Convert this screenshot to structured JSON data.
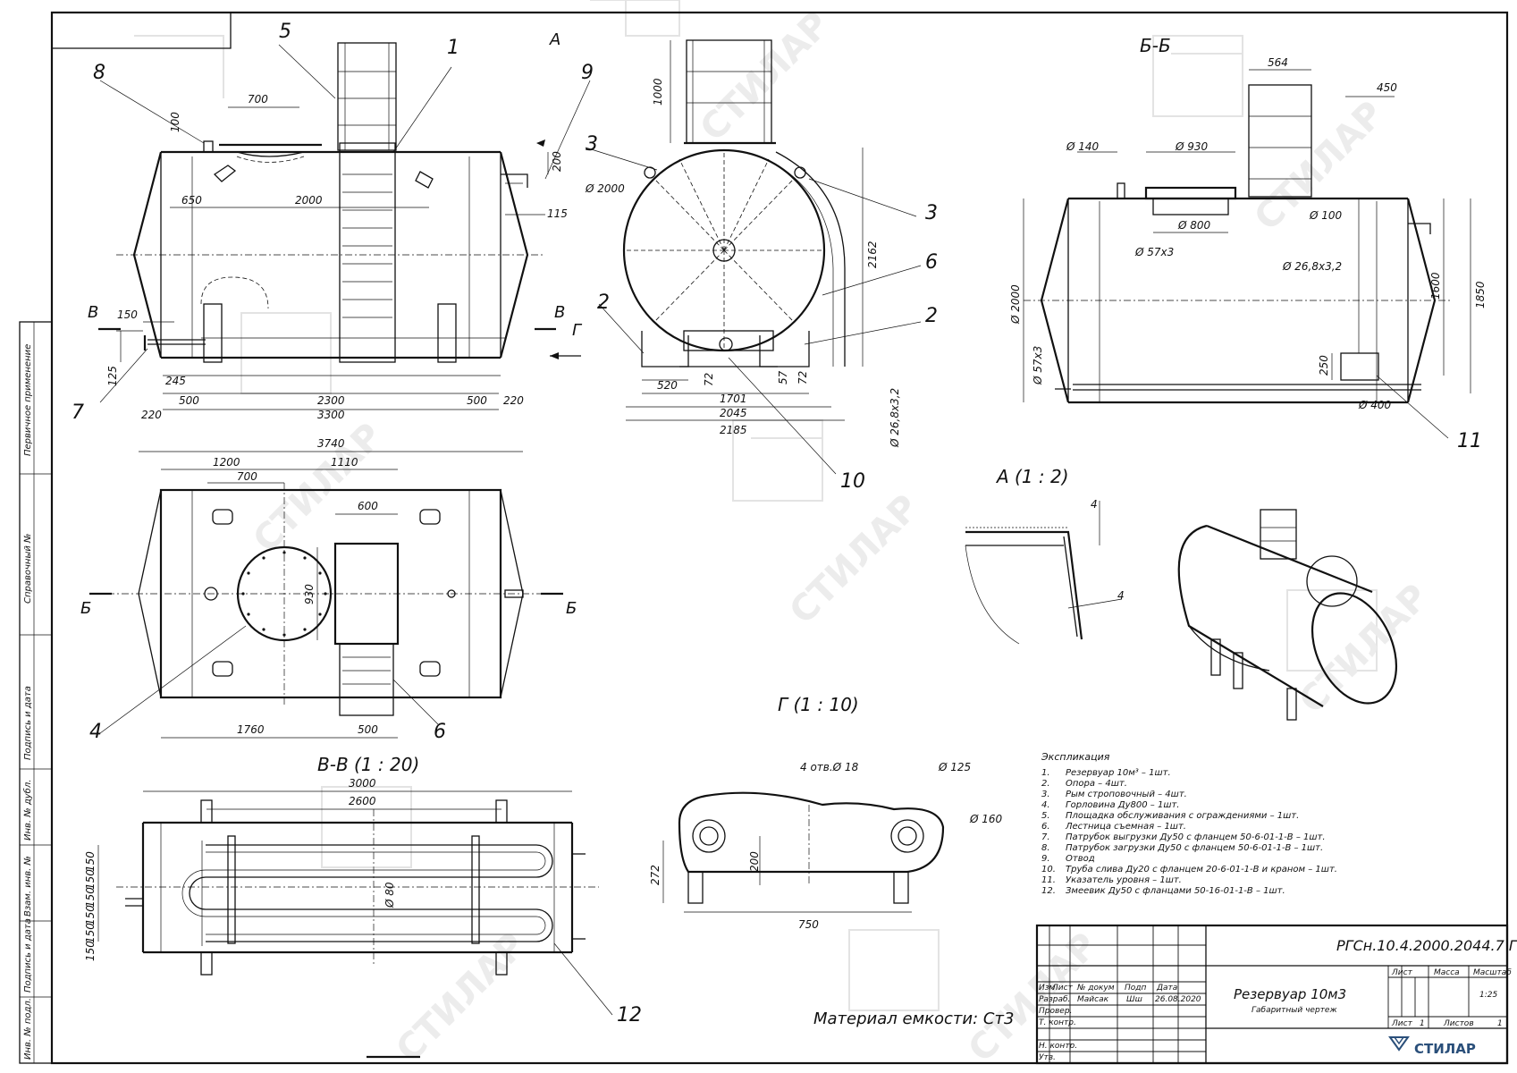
{
  "watermark": {
    "text": "СТИЛАР"
  },
  "side_strip": {
    "primary_use": "Первичное применение",
    "reference_no": "Справочный №",
    "sign_date_1": "Подпись и дата",
    "dup_inv": "Инв. № дубл.",
    "replaced_inv": "Взам. инв. №",
    "sign_date_2": "Подпись и дата",
    "orig_inv": "Инв. № подл."
  },
  "views": {
    "section_vv": "В-В (1 : 20)",
    "section_bb": "Б-Б",
    "detail_a": "А (1 : 2)",
    "view_g": "Г (1 : 10)",
    "cut_b": "Б",
    "cut_v": "В",
    "arrow_g": "Г",
    "arrow_a": "А"
  },
  "callouts": [
    "1",
    "2",
    "3",
    "4",
    "5",
    "6",
    "7",
    "8",
    "9",
    "10",
    "11",
    "12"
  ],
  "front_dims": {
    "d100": "100",
    "d700": "700",
    "d200": "200",
    "d650": "650",
    "d2000": "2000",
    "d115": "115",
    "d150": "150",
    "d125": "125",
    "d245": "245",
    "d500a": "500",
    "d2300": "2300",
    "d500b": "500",
    "d220a": "220",
    "d220b": "220",
    "d3300": "3300"
  },
  "end_dims": {
    "d1000": "1000",
    "phi2000": "Ø 2000",
    "d2162": "2162",
    "d520": "520",
    "d72a": "72",
    "d1701": "1701",
    "d57": "57",
    "d72b": "72",
    "d2045": "2045",
    "d2185": "2185",
    "pipe": "Ø 26,8х3,2"
  },
  "top_dims": {
    "d3740": "3740",
    "d1200": "1200",
    "d1110": "1110",
    "d700": "700",
    "d600": "600",
    "d930": "930",
    "d1760": "1760",
    "d500": "500"
  },
  "vv_dims": {
    "d3000": "3000",
    "d2600": "2600",
    "s150a": "150",
    "s150b": "150",
    "s150c": "150",
    "s150d": "150",
    "s150e": "150",
    "s150f": "150",
    "phi80": "Ø 80"
  },
  "bb_dims": {
    "d564": "564",
    "d450": "450",
    "phi140": "Ø 140",
    "phi930": "Ø 930",
    "phi800": "Ø 800",
    "phi100": "Ø 100",
    "phi57a": "Ø 57х3",
    "phi26": "Ø 26,8х3,2",
    "phi2000": "Ø 2000",
    "phi57b": "Ø 57х3",
    "d1600": "1600",
    "d1850": "1850",
    "d250": "250",
    "phi400": "Ø 400"
  },
  "detail_dims": {
    "t4a": "4",
    "t4b": "4"
  },
  "g_dims": {
    "holes": "4 отв.Ø 18",
    "phi125": "Ø 125",
    "phi160": "Ø 160",
    "d200": "200",
    "d272": "272",
    "d750": "750"
  },
  "material": "Материал емкости: Ст3",
  "explication": {
    "title": "Экспликация",
    "items": [
      "Резервуар 10м³ – 1шт.",
      "Опора – 4шт.",
      "Рым строповочный – 4шт.",
      "Горловина Ду800 – 1шт.",
      "Площадка обслуживания с ограждениями – 1шт.",
      "Лестница съемная – 1шт.",
      "Патрубок выгрузки Ду50 с фланцем 50-6-01-1-В – 1шт.",
      "Патрубок загрузки Ду50 с фланцем 50-6-01-1-В – 1шт.",
      "Отвод",
      "Труба слива Ду20 с фланцем 20-6-01-1-В и краном – 1шт.",
      "Указатель уровня – 1шт.",
      "Змеевик Ду50 с фланцами 50-16-01-1-В – 1шт."
    ]
  },
  "title_block": {
    "doc_code": "РГСн.10.4.2000.2044.7 ГЧ",
    "product": "Резервуар 10м3",
    "doc_type": "Габаритный чертеж",
    "h_izm": "Изм",
    "h_list": "Лист",
    "h_docnum": "№ докум",
    "h_sign": "Подп",
    "h_date": "Дата",
    "r_dev": "Разраб.",
    "dev_name": "Майсак",
    "dev_sign": "Шш",
    "dev_date": "26.08.2020",
    "r_check": "Провер.",
    "r_tcontrol": "Т. контр.",
    "r_ncontrol": "Н. контр.",
    "r_approve": "Утв.",
    "h_sheet": "Лист",
    "h_mass": "Масса",
    "h_scale": "Масштаб",
    "scale": "1:25",
    "sheet_label": "Лист",
    "sheet_no": "1",
    "sheets_label": "Листов",
    "sheets_no": "1",
    "company": "СТИЛАР"
  }
}
